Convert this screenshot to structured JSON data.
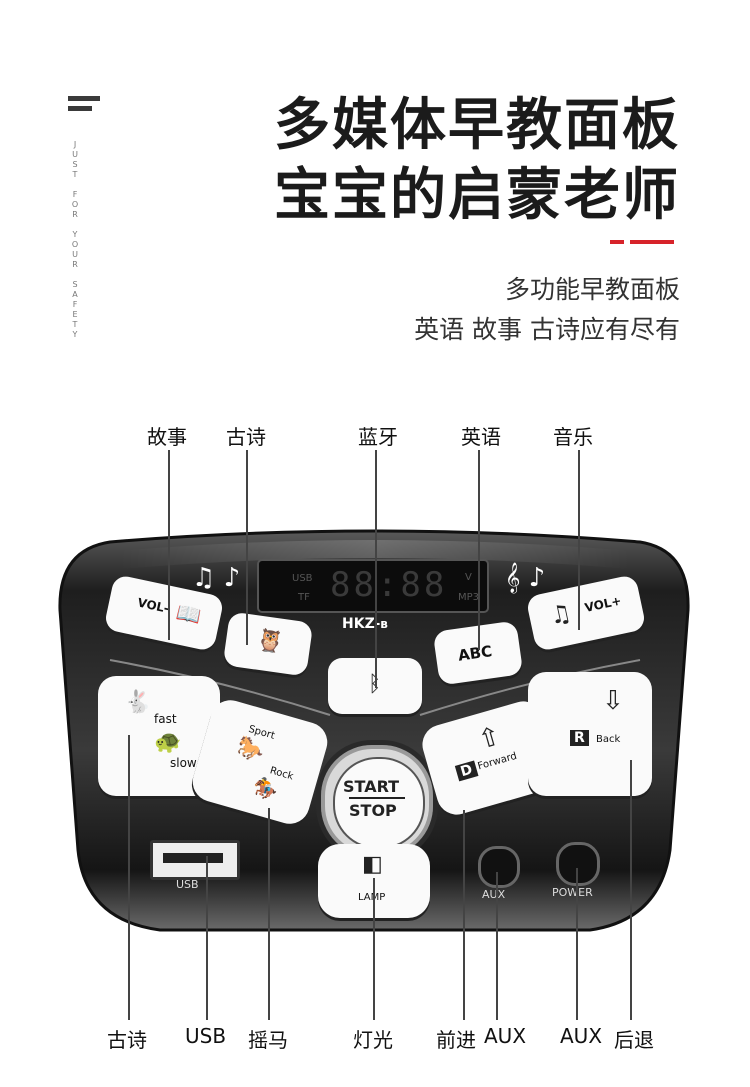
{
  "header": {
    "vertical_text": [
      "J",
      "U",
      "S",
      "T",
      "",
      "F",
      "O",
      "R",
      "",
      "Y",
      "O",
      "U",
      "R",
      "",
      "S",
      "A",
      "F",
      "E",
      "T",
      "Y"
    ],
    "title_line1": "多媒体早教面板",
    "title_line2": "宝宝的启蒙老师",
    "subtitle_line1": "多功能早教面板",
    "subtitle_line2": "英语 故事 古诗应有尽有"
  },
  "top_labels": {
    "story": "故事",
    "poem": "古诗",
    "bluetooth": "蓝牙",
    "english": "英语",
    "music": "音乐"
  },
  "bottom_labels": {
    "poem": "古诗",
    "usb": "USB",
    "rock_horse": "摇马",
    "lamp": "灯光",
    "forward": "前进",
    "aux1": "AUX",
    "aux2": "AUX",
    "back": "后退"
  },
  "panel": {
    "display_digits": "88:88",
    "display_usb": "USB",
    "display_tf": "TF",
    "display_mp3": "MP3",
    "display_v": "V",
    "model": "HKZ-",
    "vol_minus": "VOL-",
    "vol_plus": "VOL+",
    "abc": "ABC",
    "fast": "fast",
    "slow": "slow",
    "sport": "Sport",
    "rock": "Rock",
    "start": "START",
    "stop": "STOP",
    "forward_letter": "D",
    "forward_text": "Forward",
    "back_letter": "R",
    "back_text": "Back",
    "lamp": "LAMP",
    "usb_port": "USB",
    "aux_port": "AUX",
    "power_port": "POWER"
  },
  "colors": {
    "accent_red": "#d7232a",
    "panel_dark": "#2b2b2b",
    "button_white": "#fafafa"
  }
}
